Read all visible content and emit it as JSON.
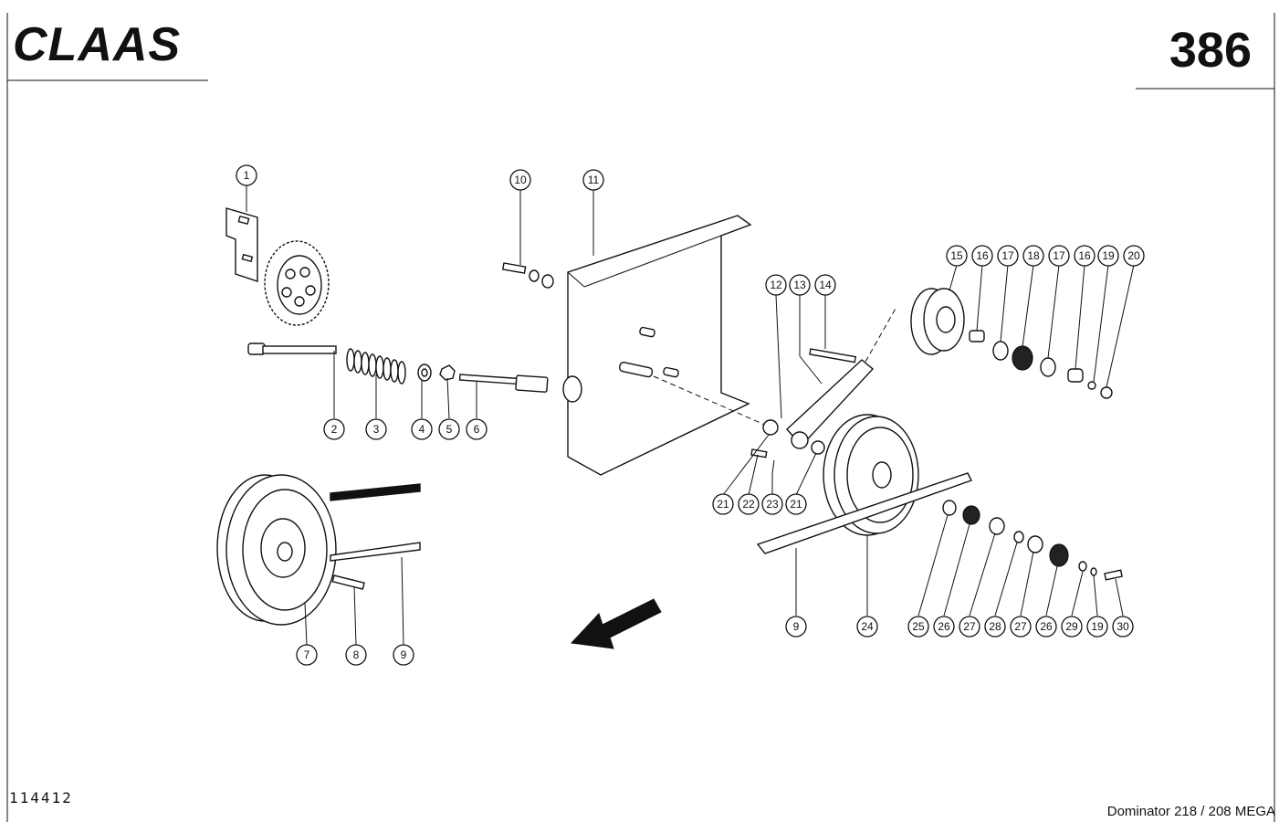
{
  "header": {
    "brand": "CLAAS",
    "page_number": "386"
  },
  "footer": {
    "drawing_number": "114412",
    "model": "Dominator 218 / 208 MEGA"
  },
  "callouts": [
    {
      "label": "1"
    },
    {
      "label": "2"
    },
    {
      "label": "3"
    },
    {
      "label": "4"
    },
    {
      "label": "5"
    },
    {
      "label": "6"
    },
    {
      "label": "7"
    },
    {
      "label": "8"
    },
    {
      "label": "9"
    },
    {
      "label": "10"
    },
    {
      "label": "11"
    },
    {
      "label": "12"
    },
    {
      "label": "13"
    },
    {
      "label": "14"
    },
    {
      "label": "15"
    },
    {
      "label": "16"
    },
    {
      "label": "17"
    },
    {
      "label": "18"
    },
    {
      "label": "17"
    },
    {
      "label": "16"
    },
    {
      "label": "19"
    },
    {
      "label": "20"
    },
    {
      "label": "21"
    },
    {
      "label": "22"
    },
    {
      "label": "23"
    },
    {
      "label": "21"
    },
    {
      "label": "9"
    },
    {
      "label": "24"
    },
    {
      "label": "25"
    },
    {
      "label": "26"
    },
    {
      "label": "27"
    },
    {
      "label": "28"
    },
    {
      "label": "27"
    },
    {
      "label": "26"
    },
    {
      "label": "29"
    },
    {
      "label": "19"
    },
    {
      "label": "30"
    }
  ]
}
